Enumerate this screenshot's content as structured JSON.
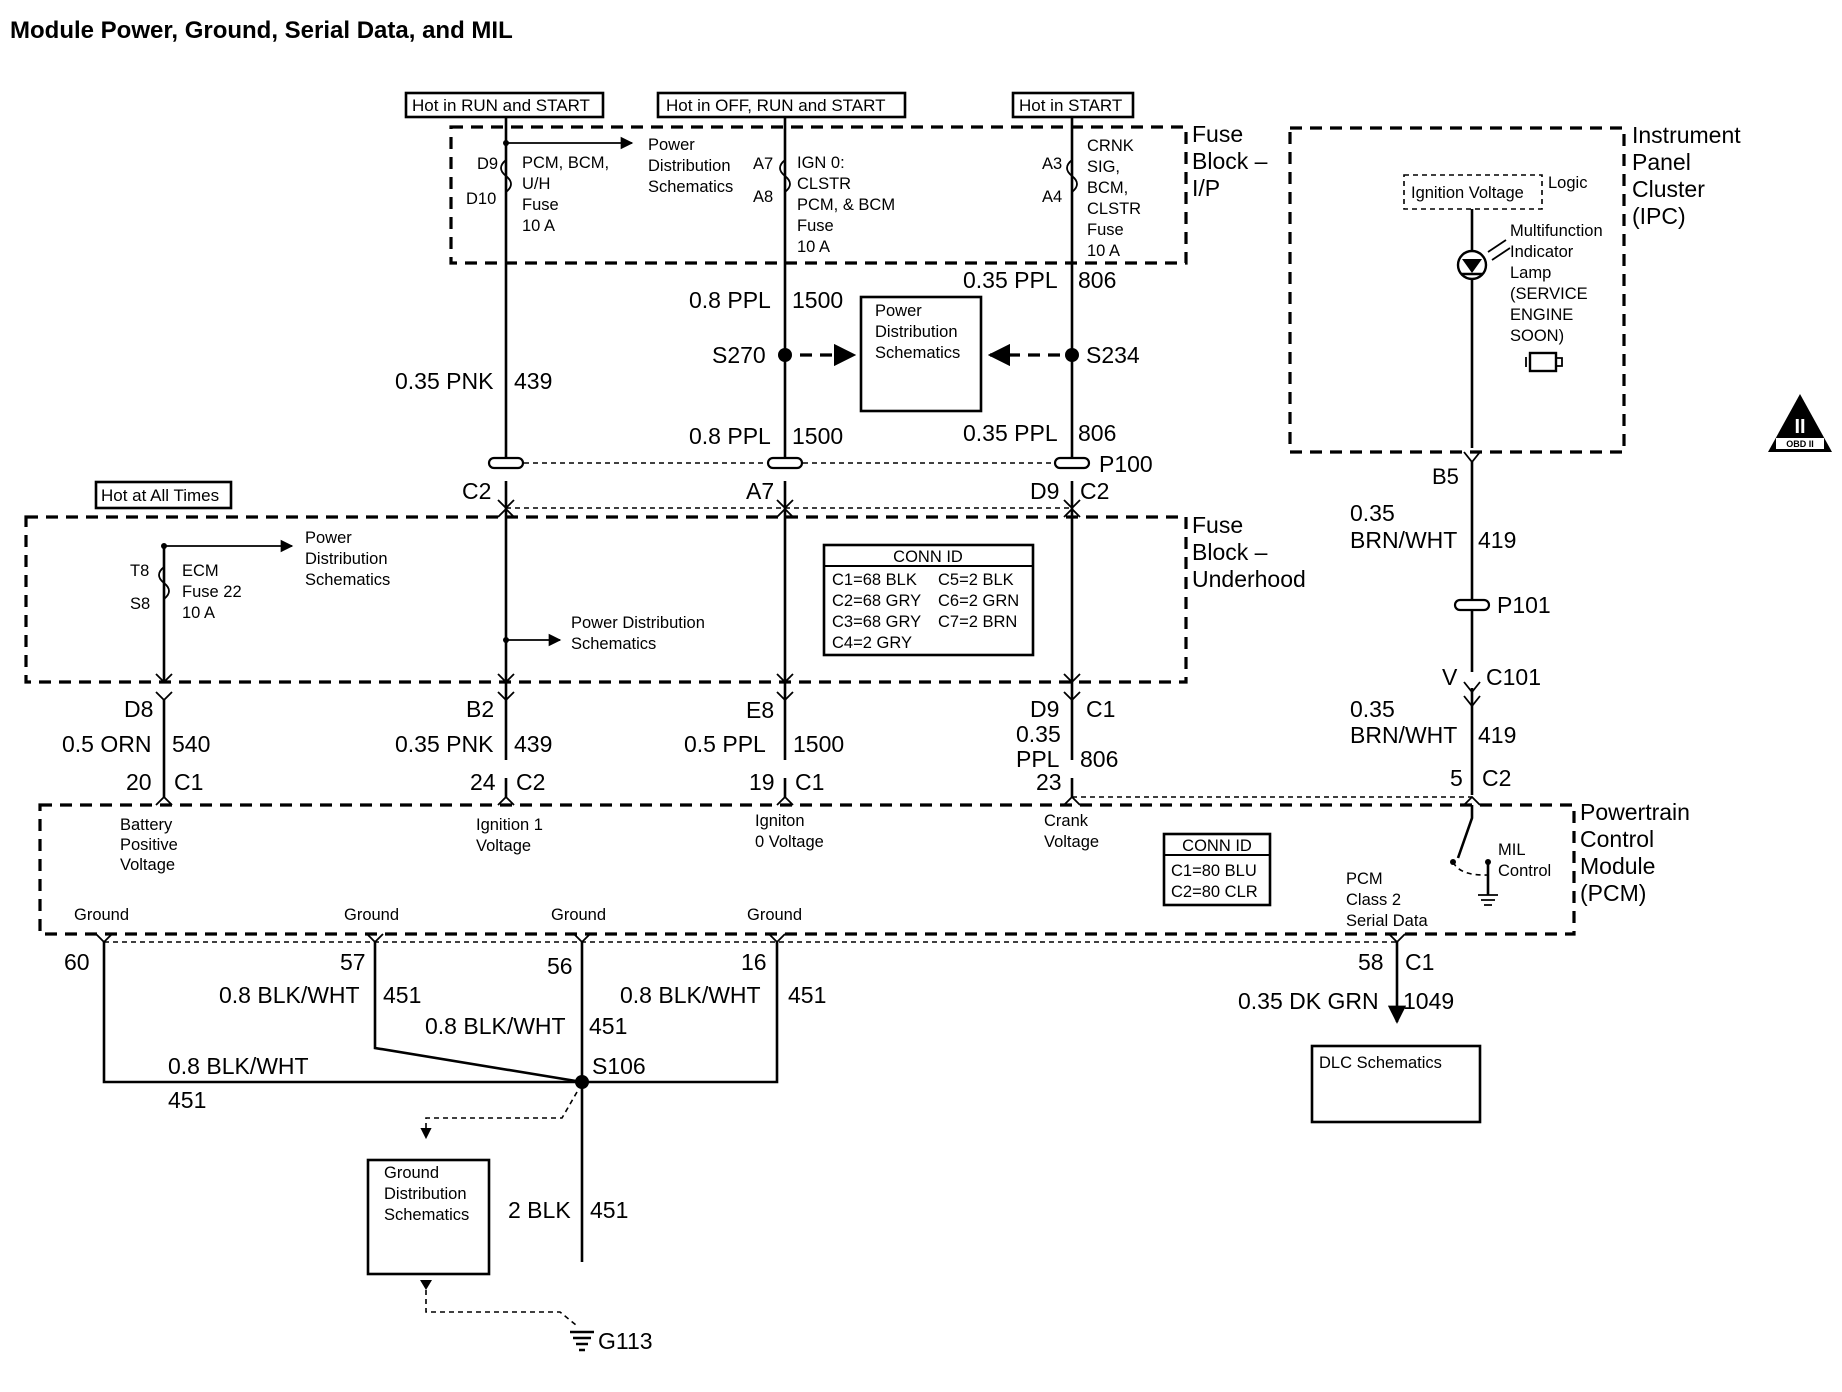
{
  "title": "Module Power, Ground, Serial Data, and MIL",
  "hot": {
    "run_start": "Hot in RUN and START",
    "off_run_start": "Hot in OFF, RUN and START",
    "start": "Hot in START",
    "all_times": "Hot at All Times"
  },
  "fuse_ip": {
    "label": [
      "Fuse",
      "Block –",
      "I/P"
    ],
    "fuse1": {
      "top": "D9",
      "bottom": "D10",
      "desc": [
        "PCM, BCM,",
        "U/H",
        "Fuse",
        "10 A"
      ]
    },
    "fuse2": {
      "top": "A7",
      "bottom": "A8",
      "desc": [
        "IGN 0:",
        "CLSTR",
        "PCM, & BCM",
        "Fuse",
        "10 A"
      ]
    },
    "fuse3": {
      "top": "A3",
      "bottom": "A4",
      "desc": [
        "CRNK",
        "SIG,",
        "BCM,",
        "CLSTR",
        "Fuse",
        "10 A"
      ]
    },
    "pds": [
      "Power",
      "Distribution",
      "Schematics"
    ]
  },
  "ipc": {
    "label": [
      "Instrument",
      "Panel",
      "Cluster",
      "(IPC)"
    ],
    "ign_voltage": "Ignition Voltage",
    "logic": "Logic",
    "lamp": [
      "Multifunction",
      "Indicator",
      "Lamp",
      "(SERVICE",
      "ENGINE",
      "SOON)"
    ],
    "b5": "B5"
  },
  "obd": {
    "roman": "II",
    "sub": "OBD II"
  },
  "wires_upper": {
    "pnk_gauge": "0.35 PNK",
    "pnk_circuit": "439",
    "ppl1_gauge": "0.8 PPL",
    "ppl1_circuit": "1500",
    "ppl2_gauge": "0.8 PPL",
    "ppl2_circuit": "1500",
    "ppl3_gauge": "0.35 PPL",
    "ppl3_circuit": "806",
    "ppl4_gauge": "0.35 PPL",
    "ppl4_circuit": "806",
    "s270": "S270",
    "s234": "S234",
    "pds_box": [
      "Power",
      "Distribution",
      "Schematics"
    ]
  },
  "p100": {
    "label": "P100",
    "c2_left": "C2",
    "a7": "A7",
    "d9": "D9",
    "c2_right": "C2"
  },
  "brnwht": {
    "g1": "0.35",
    "c1_line": "BRN/WHT",
    "circuit1": "419",
    "p101": "P101",
    "v": "V",
    "c101": "C101",
    "g2": "0.35",
    "c2_line": "BRN/WHT",
    "circuit2": "419",
    "pin5": "5",
    "c2": "C2"
  },
  "fuse_uh": {
    "label": [
      "Fuse",
      "Block –",
      "Underhood"
    ],
    "t8": "T8",
    "s8": "S8",
    "ecm": [
      "ECM",
      "Fuse 22",
      "10 A"
    ],
    "pds1": [
      "Power",
      "Distribution",
      "Schematics"
    ],
    "pds2": [
      "Power Distribution",
      "Schematics"
    ],
    "conn_title": "CONN ID",
    "conn_rows": [
      [
        "C1=68 BLK",
        "C5=2 BLK"
      ],
      [
        "C2=68 GRY",
        "C6=2 GRN"
      ],
      [
        "C3=68 GRY",
        "C7=2 BRN"
      ],
      [
        "C4=2 GRY",
        ""
      ]
    ]
  },
  "pins_mid": {
    "d8": "D8",
    "b2": "B2",
    "e8": "E8",
    "d9": "D9",
    "c1": "C1",
    "orn_gauge": "0.5 ORN",
    "orn_circuit": "540",
    "pnk_gauge": "0.35 PNK",
    "pnk_circuit": "439",
    "ppl_gauge": "0.5 PPL",
    "ppl_circuit": "1500",
    "ppl2_gauge1": "0.35",
    "ppl2_gauge2": "PPL",
    "ppl2_circuit": "806",
    "p20": "20",
    "p20c": "C1",
    "p24": "24",
    "p24c": "C2",
    "p19": "19",
    "p19c": "C1",
    "p23": "23"
  },
  "pcm": {
    "label": [
      "Powertrain",
      "Control",
      "Module",
      "(PCM)"
    ],
    "battery": [
      "Battery",
      "Positive",
      "Voltage"
    ],
    "ign1": [
      "Ignition 1",
      "Voltage"
    ],
    "ign0": [
      "Igniton",
      "0 Voltage"
    ],
    "crank": [
      "Crank",
      "Voltage"
    ],
    "conn_title": "CONN ID",
    "conn_rows": [
      "C1=80 BLU",
      "C2=80 CLR"
    ],
    "mil": [
      "MIL",
      "Control"
    ],
    "serial": [
      "PCM",
      "Class 2",
      "Serial Data"
    ],
    "ground": "Ground"
  },
  "ground": {
    "p60": "60",
    "p57": "57",
    "p56": "56",
    "p16": "16",
    "w1_gauge": "0.8 BLK/WHT",
    "w1_circuit": "451",
    "w2_gauge": "0.8 BLK/WHT",
    "w2_circuit": "451",
    "w3_gauge": "0.8 BLK/WHT",
    "w3_circuit": "451",
    "w4_gauge": "0.8 BLK/WHT",
    "w4_circuit": "451",
    "s106": "S106",
    "gds": [
      "Ground",
      "Distribution",
      "Schematics"
    ],
    "blk_gauge": "2 BLK",
    "blk_circuit": "451",
    "g113": "G113"
  },
  "serial": {
    "p58": "58",
    "c1": "C1",
    "gauge": "0.35 DK GRN",
    "circuit": "1049",
    "dlc": "DLC Schematics"
  }
}
